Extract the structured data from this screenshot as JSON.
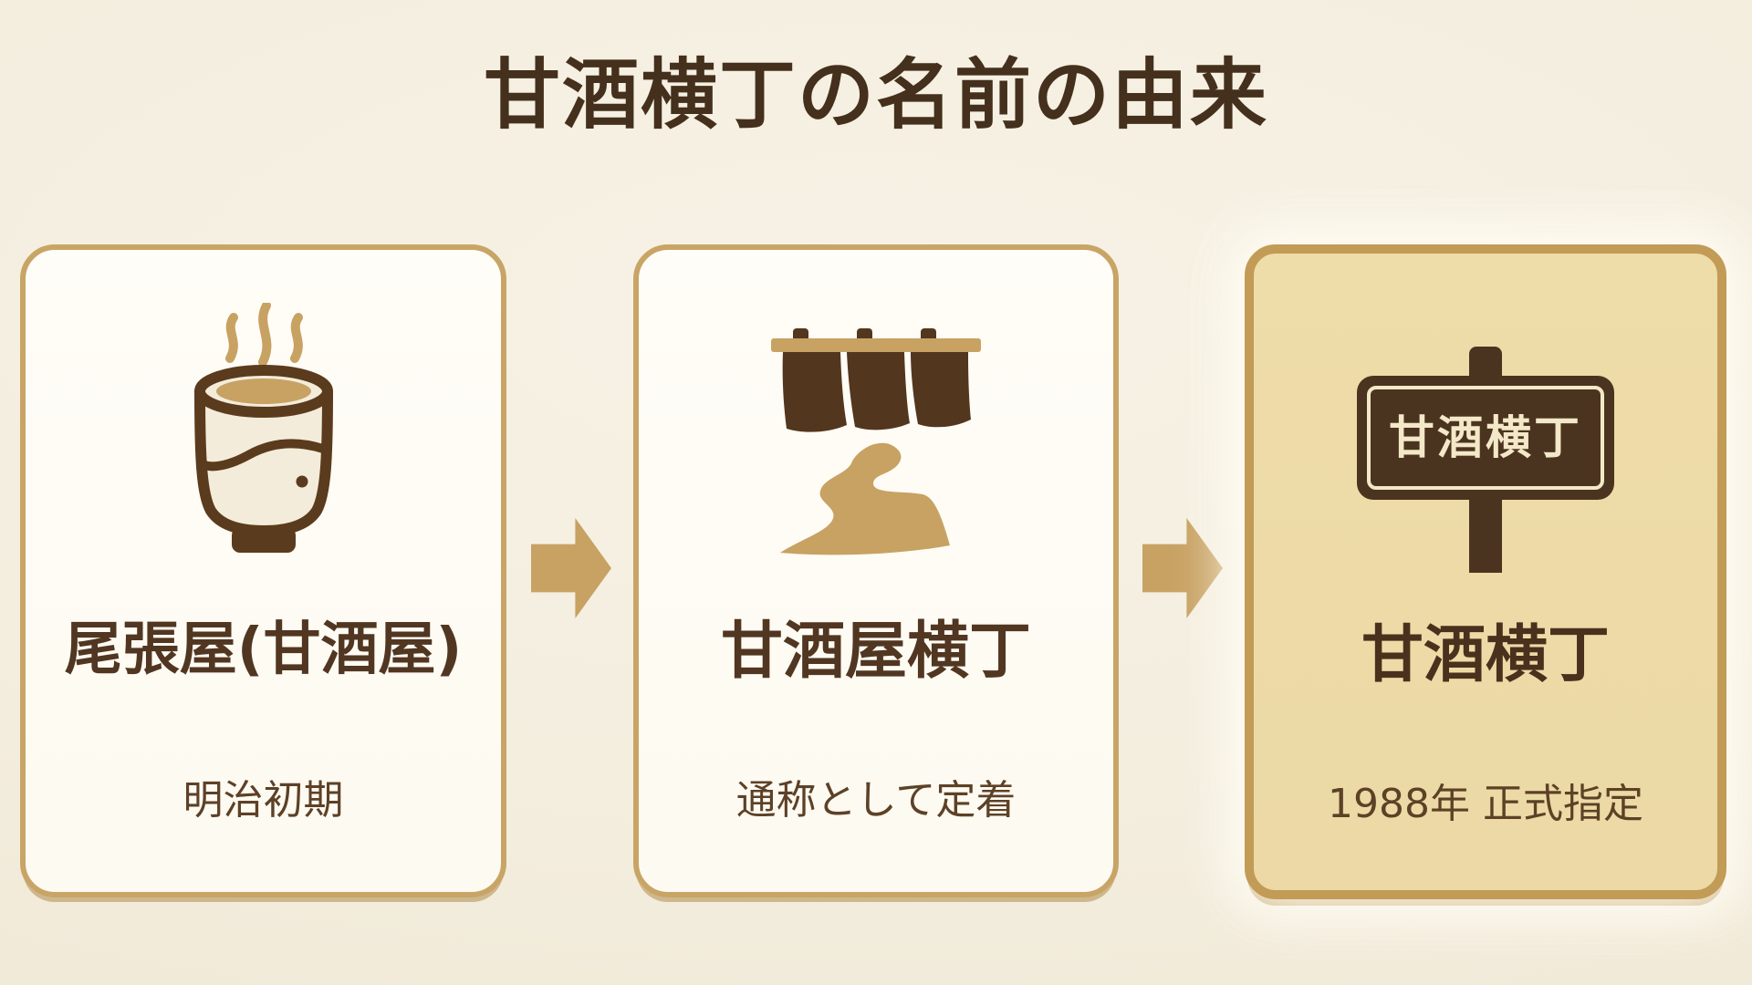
{
  "page": {
    "title": "甘酒横丁の名前の由来"
  },
  "cards": [
    {
      "id": "owariya",
      "icon": "steaming-cup-icon",
      "title": "尾張屋(甘酒屋)",
      "subtitle": "明治初期",
      "highlighted": false
    },
    {
      "id": "amazakeya-yokocho",
      "icon": "noren-curtain-path-icon",
      "title": "甘酒屋横丁",
      "subtitle": "通称として定着",
      "highlighted": false
    },
    {
      "id": "amazake-yokocho",
      "icon": "street-signpost-icon",
      "title": "甘酒横丁",
      "subtitle": "1988年 正式指定",
      "sign_text": "甘酒横丁",
      "highlighted": true
    }
  ],
  "arrows": [
    "arrow-right-icon",
    "arrow-right-icon"
  ],
  "colors": {
    "page_bg": "#f3edde",
    "heading_brown": "#44301c",
    "card_bg": "#fffdf7",
    "card_border": "#c8a566",
    "highlight_card_bg": "#ecd9a5",
    "highlight_card_border": "#c29b56",
    "accent_tan": "#c8a263",
    "icon_brown": "#53361e",
    "sign_brown": "#4b341f",
    "title_brown": "#513621",
    "subtitle_brown": "#5d4126",
    "cup_cream": "#f3ecda",
    "sign_cream": "#f3e8c7",
    "cup_outline": "#5b3b1d"
  }
}
